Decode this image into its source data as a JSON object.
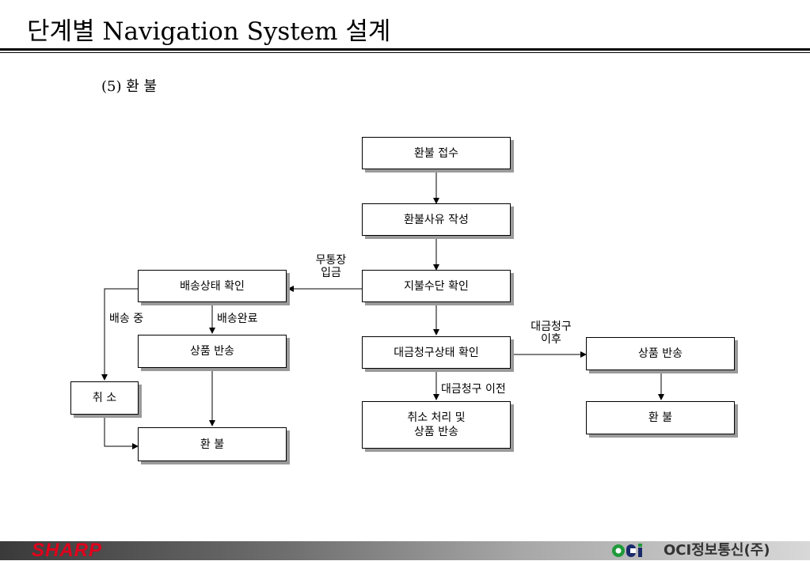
{
  "header": {
    "title": "단계별 Navigation System 설계",
    "subtitle": "(5) 환  불"
  },
  "flowchart": {
    "nodes": {
      "refund_receipt": "환불 접수",
      "refund_reason": "환불사유 작성",
      "payment_check": "지불수단 확인",
      "delivery_status": "배송상태 확인",
      "return_left": "상품 반송",
      "cancel": "취 소",
      "refund_left": "환 불",
      "billing_status": "대금청구상태 확인",
      "cancel_and_return": "취소 처리 및\n상품 반송",
      "return_right": "상품 반송",
      "refund_right": "환 불"
    },
    "edge_labels": {
      "bank_deposit": "무통장\n입금",
      "in_delivery": "배송 중",
      "delivered": "배송완료",
      "after_billing": "대금청구\n이후",
      "before_billing": "대금청구 이전"
    }
  },
  "footer": {
    "brand_left": "SHARP",
    "brand_right": "OCI정보통신(주)",
    "colors": {
      "sharp_red": "#e0001b",
      "oci_green": "#1f9a3a",
      "oci_navy": "#1b2a6b"
    }
  }
}
